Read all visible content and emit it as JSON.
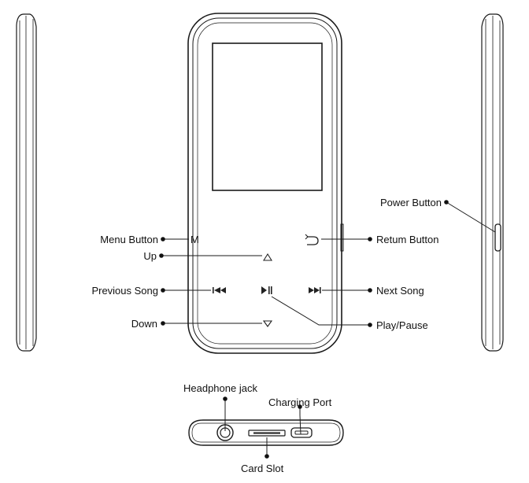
{
  "front": {
    "key_labels": {
      "menu": "M"
    }
  },
  "callouts": {
    "menu_button": "Menu Button",
    "up": "Up",
    "previous_song": "Previous Song",
    "down": "Down",
    "power_button": "Power Button",
    "return_button": "Retum Button",
    "next_song": "Next Song",
    "play_pause": "Play/Pause",
    "headphone_jack": "Headphone jack",
    "charging_port": "Charging Port",
    "card_slot": "Card Slot"
  }
}
